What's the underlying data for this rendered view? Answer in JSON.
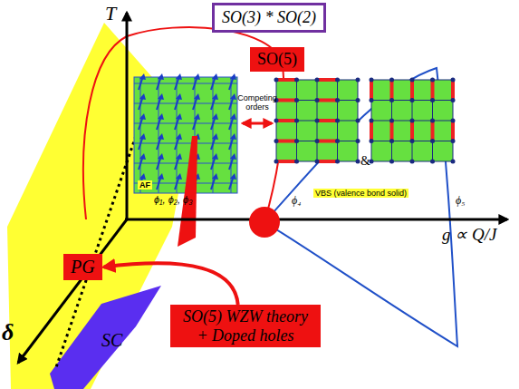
{
  "diagram": {
    "nodes": [
      {
        "text": [
          "SO(3) * SO(2)"
        ]
      },
      {
        "text": [
          "SO(5)"
        ]
      },
      {
        "text": [
          "PG"
        ]
      },
      {
        "text": [
          "SO(5) WZW theory + Doped holes"
        ]
      }
    ],
    "edges": [
      {
        "from": 3,
        "to": 2,
        "arrow": "to"
      }
    ],
    "labels": [
      "T",
      "δ",
      "g ∝ Q/J",
      "Competing orders",
      "&",
      "AF",
      "ϕ₁, ϕ₂, ϕ₃",
      "VBS (valence bond solid)",
      "ϕ₄",
      "ϕ₅",
      "SC"
    ]
  }
}
